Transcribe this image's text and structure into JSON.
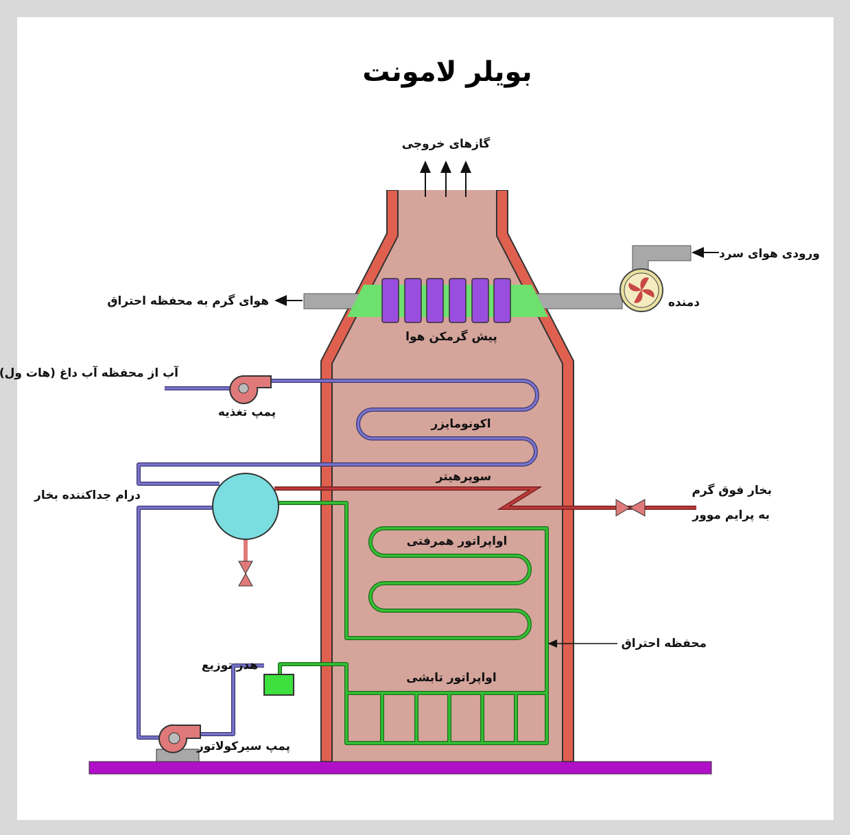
{
  "title": "بویلر لامونت",
  "labels": {
    "exhaust_gases": "گازهای خروجی",
    "cold_air_inlet": "ورودی هوای سرد",
    "blower": "دمنده",
    "hot_air_to_furnace": "هوای گرم به محفظه احتراق",
    "air_preheater": "پیش گرمکن هوا",
    "hotwell_water": "آب از محفظه آب داغ (هات ول)",
    "feed_pump": "پمپ تغذیه",
    "economizer": "اکونومایزر",
    "superheater": "سوپرهیتر",
    "steam_drum": "درام جداکننده بخار",
    "superheated_steam_1": "بخار فوق گرم",
    "superheated_steam_2": "به پرایم موور",
    "convective_evaporator": "اواپراتور همرفتی",
    "furnace": "محفظه احتراق",
    "distribution_header": "هدر توزیع",
    "radiant_evaporator": "اواپراتور تابشی",
    "circulation_pump": "پمپ سیرکولاتور"
  },
  "colors": {
    "wall": "#e0604f",
    "interior": "#d5a49b",
    "water_pipe": "#6a64b8",
    "steam_pipe": "#b03030",
    "evaporator_pipe": "#2fb82f",
    "preheater_band": "#6ee06e",
    "preheater_tube": "#9a4ee0",
    "drum": "#7adde0",
    "base": "#b010c8",
    "duct": "#a8a8a8"
  }
}
